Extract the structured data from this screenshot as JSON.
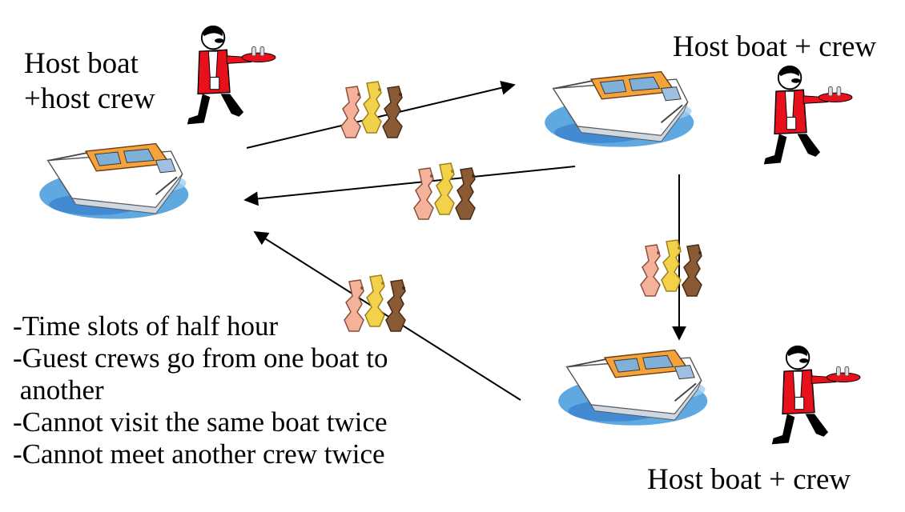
{
  "nodes": {
    "left": {
      "label_lines": [
        "Host boat",
        "+host crew"
      ]
    },
    "top_right": {
      "label": "Host boat + crew"
    },
    "bottom_right": {
      "label": "Host boat + crew"
    }
  },
  "notes": [
    "-Time slots of half hour",
    "-Guest crews go from one boat to",
    " another",
    "-Cannot visit the same boat twice",
    "-Cannot meet another crew twice"
  ],
  "colors": {
    "waiter_jacket": "#e8101a",
    "water": "#5fa8e0",
    "boat_canopy": "#f4a23c",
    "crew_light": "#f5b29a",
    "crew_yellow": "#f2d24a",
    "crew_brown": "#8a5a34"
  },
  "icons": [
    "boat-icon",
    "waiter-icon",
    "guest-crew-icon"
  ]
}
